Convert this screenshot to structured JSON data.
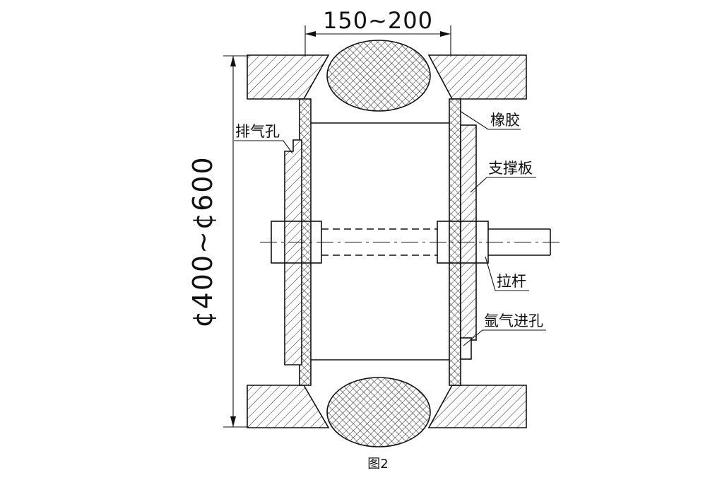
{
  "figure": {
    "caption": "图2",
    "dimensions": {
      "groove_width": "150~200",
      "pipe_diameter": "¢400~¢600"
    },
    "labels": {
      "exhaust_hole": "排气孔",
      "rubber": "橡胶",
      "support_plate": "支撑板",
      "tie_rod": "拉杆",
      "argon_inlet": "氩气进孔"
    },
    "colors": {
      "line": "#111111",
      "background": "#ffffff"
    }
  }
}
